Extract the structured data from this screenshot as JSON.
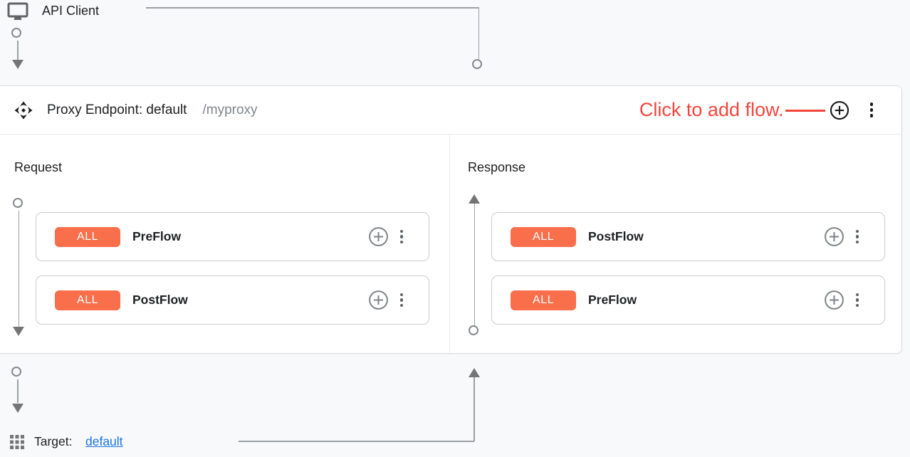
{
  "colors": {
    "badge_orange": "#F96E4B",
    "annotation_red": "#F4453C",
    "link_blue": "#1A73E8"
  },
  "api_client": {
    "label": "API Client"
  },
  "proxy_endpoint": {
    "title": "Proxy Endpoint: default",
    "basepath": "/myproxy",
    "annotation": "Click to add flow.",
    "request": {
      "label": "Request",
      "flows": [
        {
          "condition": "ALL",
          "name": "PreFlow"
        },
        {
          "condition": "ALL",
          "name": "PostFlow"
        }
      ]
    },
    "response": {
      "label": "Response",
      "flows": [
        {
          "condition": "ALL",
          "name": "PostFlow"
        },
        {
          "condition": "ALL",
          "name": "PreFlow"
        }
      ]
    }
  },
  "target": {
    "label": "Target:",
    "link": "default"
  }
}
